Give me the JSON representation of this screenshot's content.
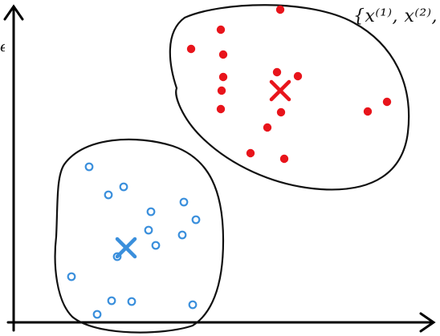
{
  "annotation": {
    "set_notation": "{x⁽¹⁾, x⁽²⁾,"
  },
  "y_axis_label_fragment": "e",
  "colors": {
    "cluster_red": "#e8141b",
    "cluster_blue": "#3a8fdc",
    "axes": "#000000",
    "outline": "#111111"
  },
  "chart_data": {
    "type": "scatter",
    "title": "",
    "xlabel": "",
    "ylabel": "",
    "grid": false,
    "series": [
      {
        "marker": "filled-dot",
        "color": "#e8141b",
        "points": [
          [
            349,
            12
          ],
          [
            238,
            61
          ],
          [
            275,
            37
          ],
          [
            278,
            68
          ],
          [
            278,
            96
          ],
          [
            276,
            113
          ],
          [
            275,
            136
          ],
          [
            345,
            90
          ],
          [
            371,
            95
          ],
          [
            350,
            140
          ],
          [
            333,
            159
          ],
          [
            312,
            191
          ],
          [
            354,
            198
          ],
          [
            458,
            139
          ],
          [
            482,
            127
          ]
        ]
      },
      {
        "marker": "open-circle",
        "color": "#3a8fdc",
        "points": [
          [
            111,
            208
          ],
          [
            135,
            243
          ],
          [
            154,
            233
          ],
          [
            188,
            264
          ],
          [
            229,
            252
          ],
          [
            244,
            274
          ],
          [
            185,
            287
          ],
          [
            194,
            306
          ],
          [
            227,
            293
          ],
          [
            146,
            320
          ],
          [
            89,
            345
          ],
          [
            139,
            375
          ],
          [
            164,
            376
          ],
          [
            240,
            380
          ],
          [
            121,
            392
          ]
        ]
      }
    ],
    "centroids": [
      {
        "marker": "cross",
        "color": "#e8141b",
        "point": [
          349,
          113
        ]
      },
      {
        "marker": "cross",
        "color": "#3a8fdc",
        "point": [
          157,
          309
        ]
      }
    ]
  }
}
